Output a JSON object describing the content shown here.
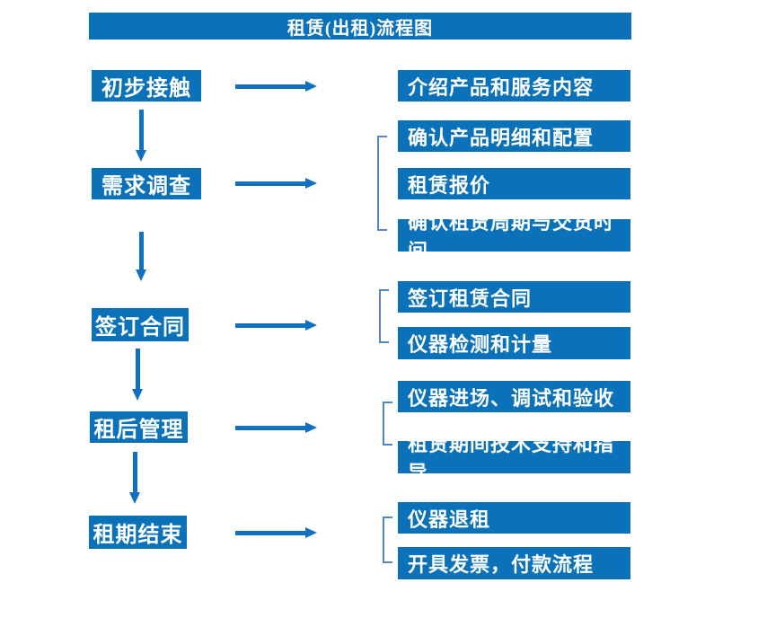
{
  "title": "租赁(出租)流程图",
  "colors": {
    "box_blue": "#0b72ba",
    "arrow_blue": "#1170c0",
    "bracket_blue": "#5585c2",
    "text_white": "#ffffff"
  },
  "flow": {
    "steps": [
      {
        "label": "初步接触",
        "details": [
          "介绍产品和服务内容"
        ]
      },
      {
        "label": "需求调查",
        "details": [
          "确认产品明细和配置",
          "租赁报价",
          "确认租赁周期与交货时间"
        ]
      },
      {
        "label": "签订合同",
        "details": [
          "签订租赁合同",
          "仪器检测和计量"
        ]
      },
      {
        "label": "租后管理",
        "details": [
          "仪器进场、调试和验收",
          "租赁期间技术支持和指导"
        ]
      },
      {
        "label": "租期结束",
        "details": [
          "仪器退租",
          "开具发票，付款流程"
        ]
      }
    ]
  }
}
